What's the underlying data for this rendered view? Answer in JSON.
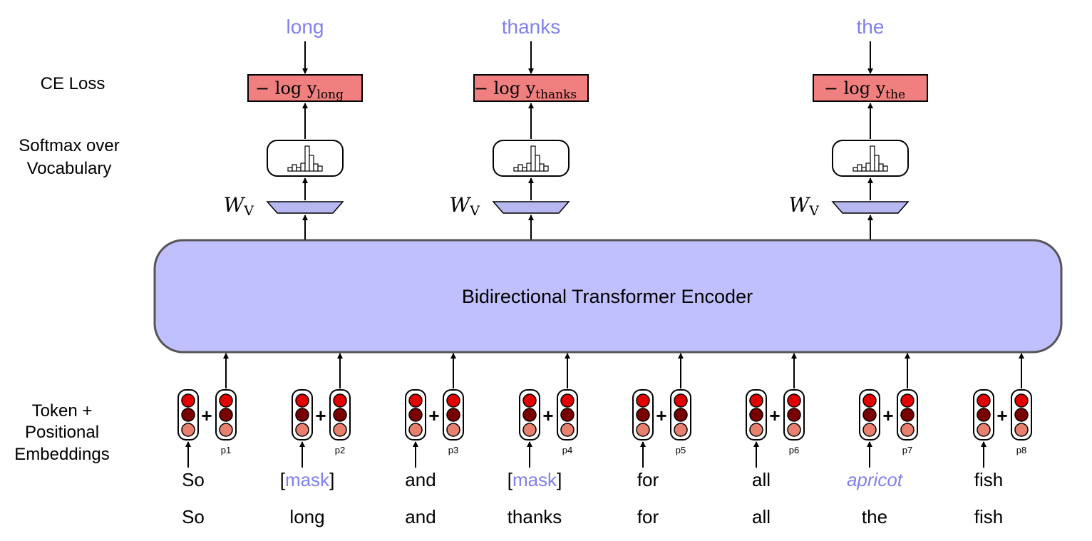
{
  "row_labels": {
    "ce_loss": "CE Loss",
    "softmax_line1": "Softmax over",
    "softmax_line2": "Vocabulary",
    "embeddings_line1": "Token +",
    "embeddings_line2": "Positional",
    "embeddings_line3": "Embeddings"
  },
  "encoder_label": "Bidirectional Transformer Encoder",
  "weight_label": "W",
  "weight_subscript": "V",
  "loss_prefix": "− log y",
  "outputs": [
    {
      "target": "long",
      "subscript": "long"
    },
    {
      "target": "thanks",
      "subscript": "thanks"
    },
    {
      "target": "the",
      "subscript": "the"
    }
  ],
  "tokens": [
    {
      "input": "So",
      "original": "So",
      "position": "p1",
      "masked": false,
      "substituted": false
    },
    {
      "input_prefix": "[",
      "input": "mask",
      "input_suffix": "]",
      "original": "long",
      "position": "p2",
      "masked": true,
      "substituted": false
    },
    {
      "input": "and",
      "original": "and",
      "position": "p3",
      "masked": false,
      "substituted": false
    },
    {
      "input_prefix": "[",
      "input": "mask",
      "input_suffix": "]",
      "original": "thanks",
      "position": "p4",
      "masked": true,
      "substituted": false
    },
    {
      "input": "for",
      "original": "for",
      "position": "p5",
      "masked": false,
      "substituted": false
    },
    {
      "input": "all",
      "original": "all",
      "position": "p6",
      "masked": false,
      "substituted": false
    },
    {
      "input": "apricot",
      "original": "the",
      "position": "p7",
      "masked": false,
      "substituted": true
    },
    {
      "input": "fish",
      "original": "fish",
      "position": "p8",
      "masked": false,
      "substituted": false
    }
  ],
  "colors": {
    "encoder_fill": "#c0c0ff",
    "weight_fill": "#b8b8f0",
    "loss_fill": "#f08080",
    "highlight_text": "#8080ee",
    "dot_top": "#e00000",
    "dot_mid": "#7a0000",
    "dot_bottom": "#e88070"
  }
}
